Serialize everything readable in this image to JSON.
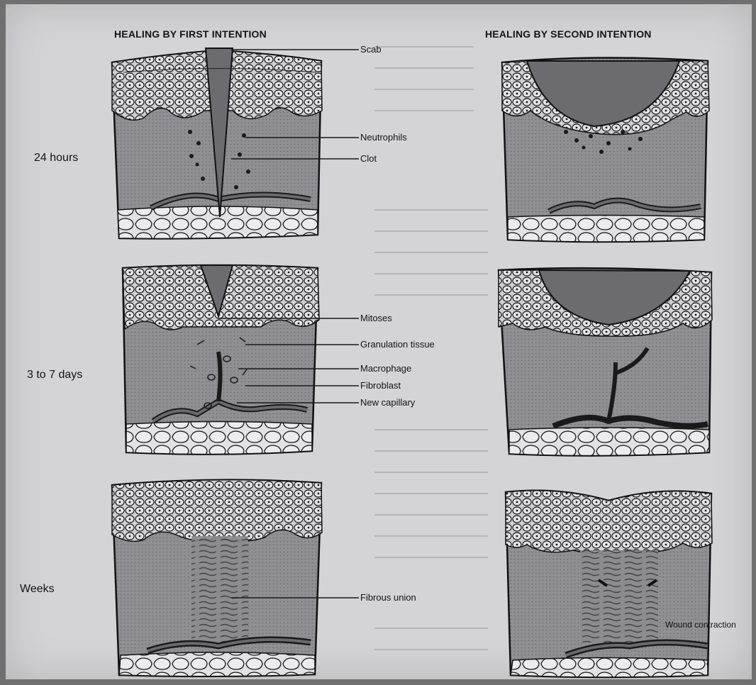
{
  "headings": {
    "left": "HEALING BY FIRST INTENTION",
    "right": "HEALING BY SECOND INTENTION"
  },
  "rows": {
    "r1": "24 hours",
    "r2": "3 to 7 days",
    "r3": "Weeks"
  },
  "labels": {
    "scab": "Scab",
    "neutrophils": "Neutrophils",
    "clot": "Clot",
    "mitoses": "Mitoses",
    "granulation_tissue": "Granulation tissue",
    "macrophage": "Macrophage",
    "fibroblast": "Fibroblast",
    "new_capillary": "New capillary",
    "fibrous_union": "Fibrous union",
    "wound_contraction": "Wound contraction"
  },
  "colors": {
    "page": "#d4d4d6",
    "ink": "#141414",
    "dermis": "#8e8e93",
    "scab": "#6b6b70"
  }
}
